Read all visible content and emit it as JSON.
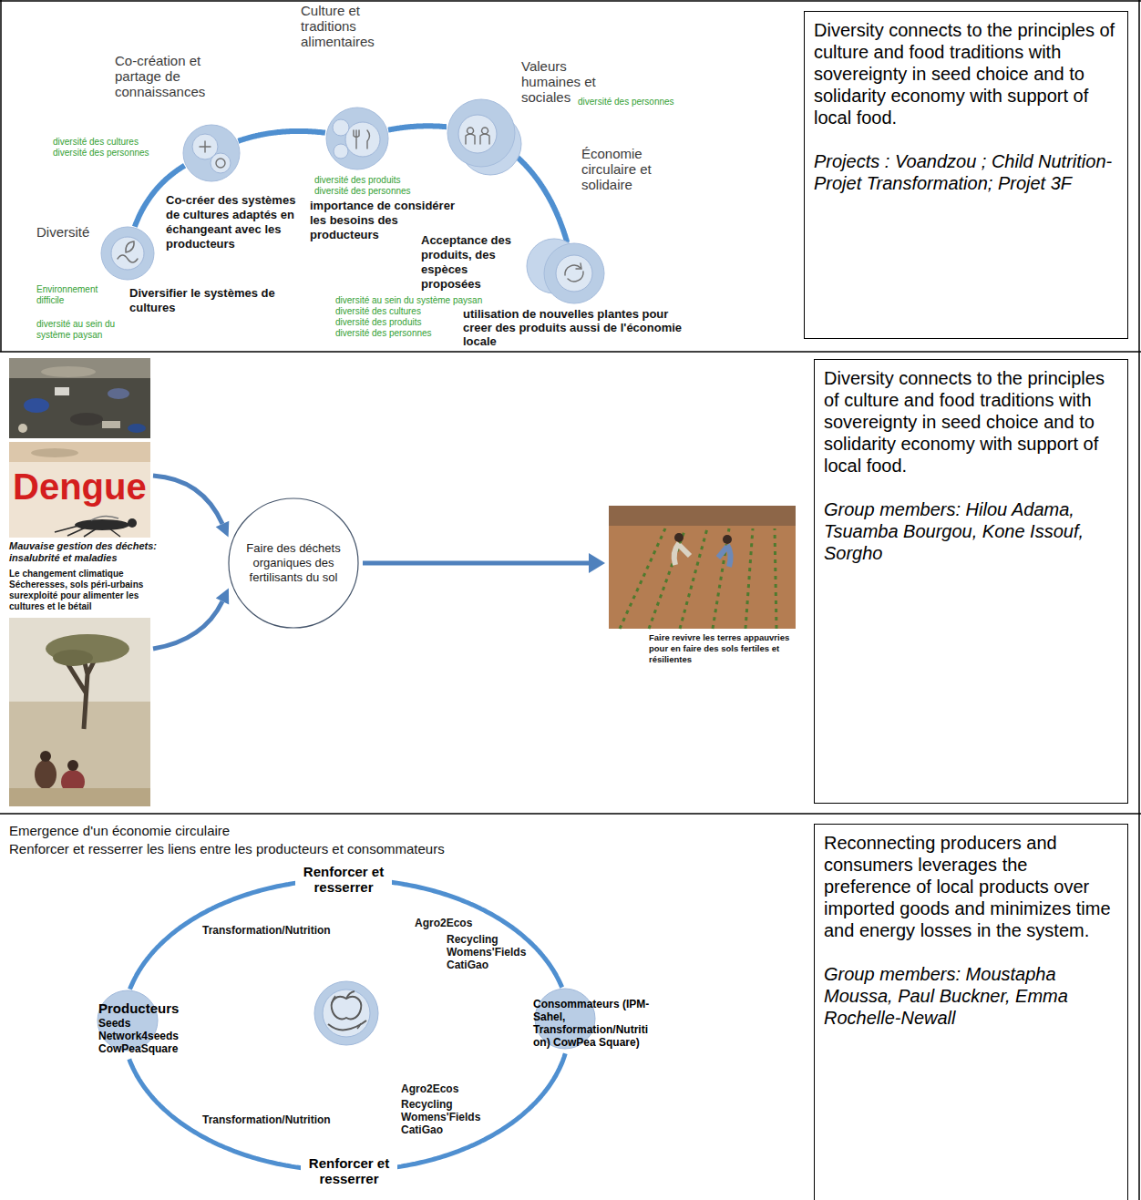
{
  "diagram": {
    "nodes": [
      {
        "text": [
          "Diversité"
        ]
      },
      {
        "text": [
          "Co-création et partage de connaissances"
        ]
      },
      {
        "text": [
          "Culture et traditions alimentaires"
        ]
      },
      {
        "text": [
          "Valeurs humaines et sociales"
        ]
      },
      {
        "text": [
          "Économie circulaire et solidaire"
        ]
      },
      {
        "text": [
          "Diversity connects to the principles of culture and food traditions with sovereignty in seed choice and to solidarity economy with support of local food.",
          "Projects : Voandzou ; Child Nutrition-Projet Transformation; Projet 3F"
        ]
      },
      {
        "text": [
          "Faire des déchets organiques des fertilisants du sol"
        ]
      },
      {
        "text": [
          "Diversity connects to the principles of culture and food traditions with sovereignty in seed choice and to solidarity economy with support of local food.",
          "Group members: Hilou Adama, Tsuamba Bourgou, Kone Issouf, Sorgho"
        ]
      },
      {
        "text": [
          "Producteurs",
          "Seeds Network4seeds CowPeaSquare"
        ]
      },
      {
        "text": [
          "Consommateurs (IPM- Sahel, Transformation/Nutriti on) CowPea Square)"
        ]
      },
      {
        "text": [
          "Reconnecting producers and consumers leverages the preference of local products over imported goods and minimizes time and energy losses in the system.",
          "Group members: Moustapha Moussa, Paul Buckner, Emma Rochelle-Newall"
        ]
      }
    ],
    "edges": [
      {
        "from": 0,
        "to": 1,
        "arrow": "none"
      },
      {
        "from": 1,
        "to": 2,
        "arrow": "none"
      },
      {
        "from": 2,
        "to": 3,
        "arrow": "none"
      },
      {
        "from": 3,
        "to": 4,
        "arrow": "none"
      },
      {
        "from": 8,
        "to": 9,
        "label": "Renforcer et resserrer",
        "arrow": "none"
      },
      {
        "from": 8,
        "to": 9,
        "label": "Renforcer et resserrer",
        "arrow": "none"
      }
    ],
    "labels": [
      "diversité des cultures",
      "diversité des personnes",
      "Environnement difficile",
      "diversité au sein du système paysan",
      "Diversifier le systèmes de cultures",
      "Co-créer des systèmes de cultures adaptés en échangeant avec les producteurs",
      "diversité des produits",
      "diversité des personnes",
      "importance de considérer les besoins des producteurs",
      "Acceptance des produits, des espèces proposées",
      "diversité des personnes",
      "diversité au sein du système paysan",
      "diversité des cultures",
      "diversité des produits",
      "diversité des personnes",
      "utilisation de nouvelles plantes pour creer des produits aussi de l'économie locale",
      "Dengue",
      "Mauvaise gestion des déchets: insalubrité et maladies",
      "Le changement climatique Sécheresses, sols péri-urbains surexploité pour alimenter les cultures et le bétail",
      "Faire revivre les terres appauvries pour en faire des sols fertiles et résilientes",
      "Emergence d'un économie circulaire",
      "Renforcer et resserrer les liens entre les producteurs et consommateurs",
      "Transformation/Nutrition",
      "Agro2Ecos",
      "Recycling Womens'Fields CatiGao",
      "Transformation/Nutrition",
      "Agro2Ecos",
      "Recycling Womens'Fields CatiGao"
    ]
  }
}
